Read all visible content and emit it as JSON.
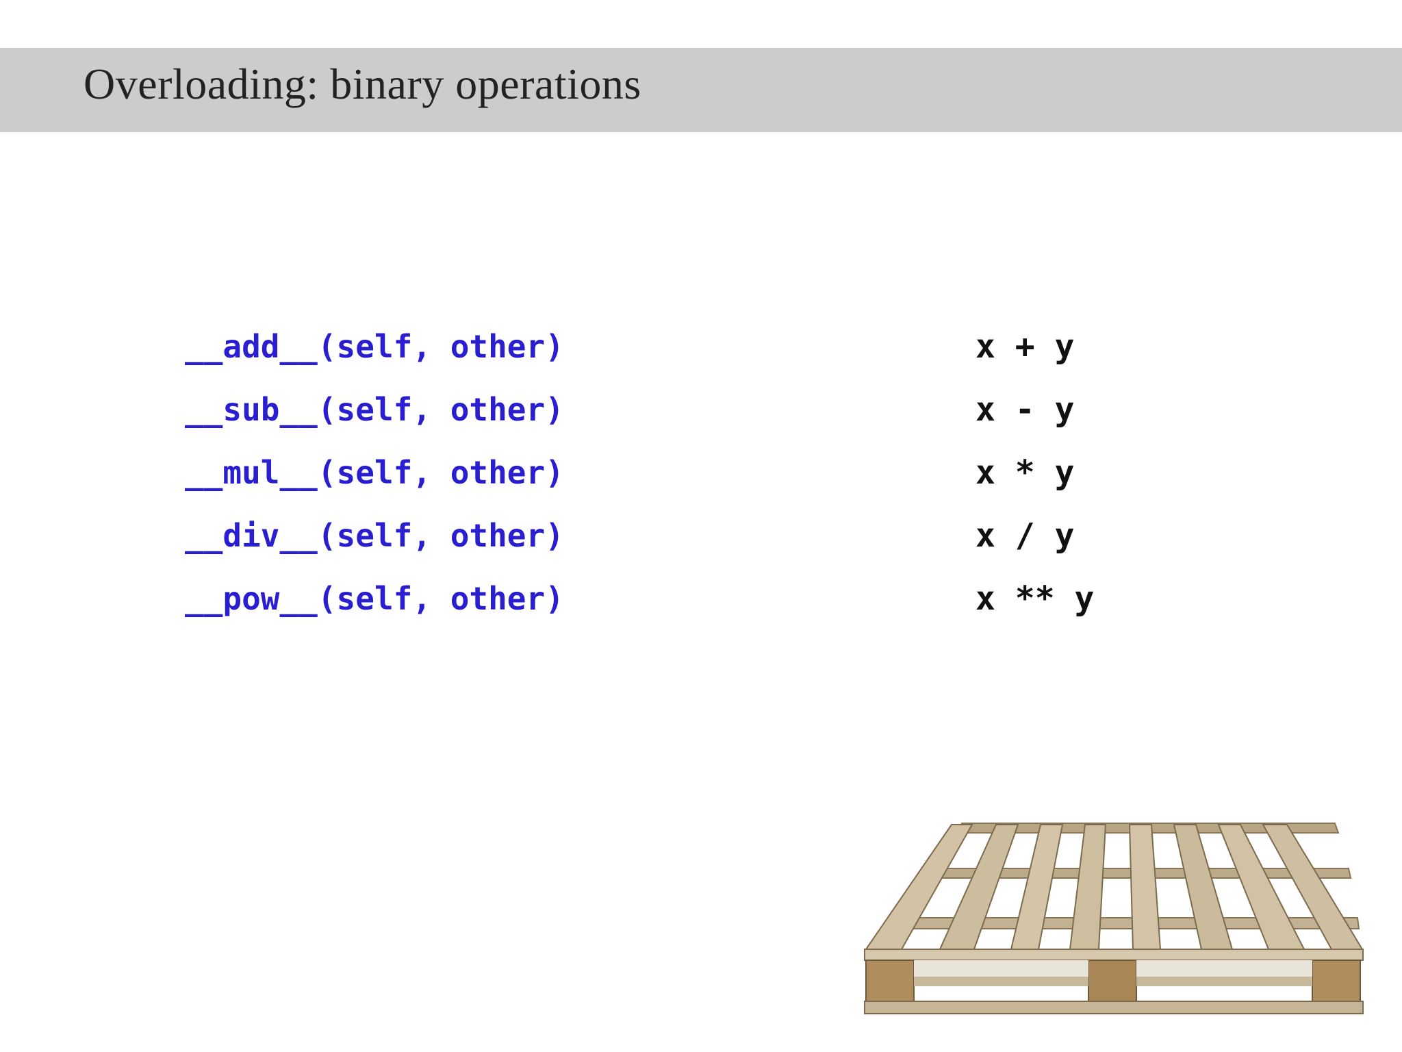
{
  "slide": {
    "title": "Overloading: binary operations"
  },
  "methods": [
    {
      "method": "__add__(self, other)",
      "expression": "x + y"
    },
    {
      "method": "__sub__(self, other)",
      "expression": "x - y"
    },
    {
      "method": "__mul__(self, other)",
      "expression": "x * y"
    },
    {
      "method": "__div__(self, other)",
      "expression": "x / y"
    },
    {
      "method": "__pow__(self, other)",
      "expression": "x ** y"
    }
  ],
  "colors": {
    "title_bar": "#cccccc",
    "method_text": "#2a1fd0",
    "expression_text": "#111111",
    "wood_light": "#c9b99c",
    "wood_dark": "#8a7455"
  },
  "image": {
    "icon": "wooden-pallet-image"
  }
}
